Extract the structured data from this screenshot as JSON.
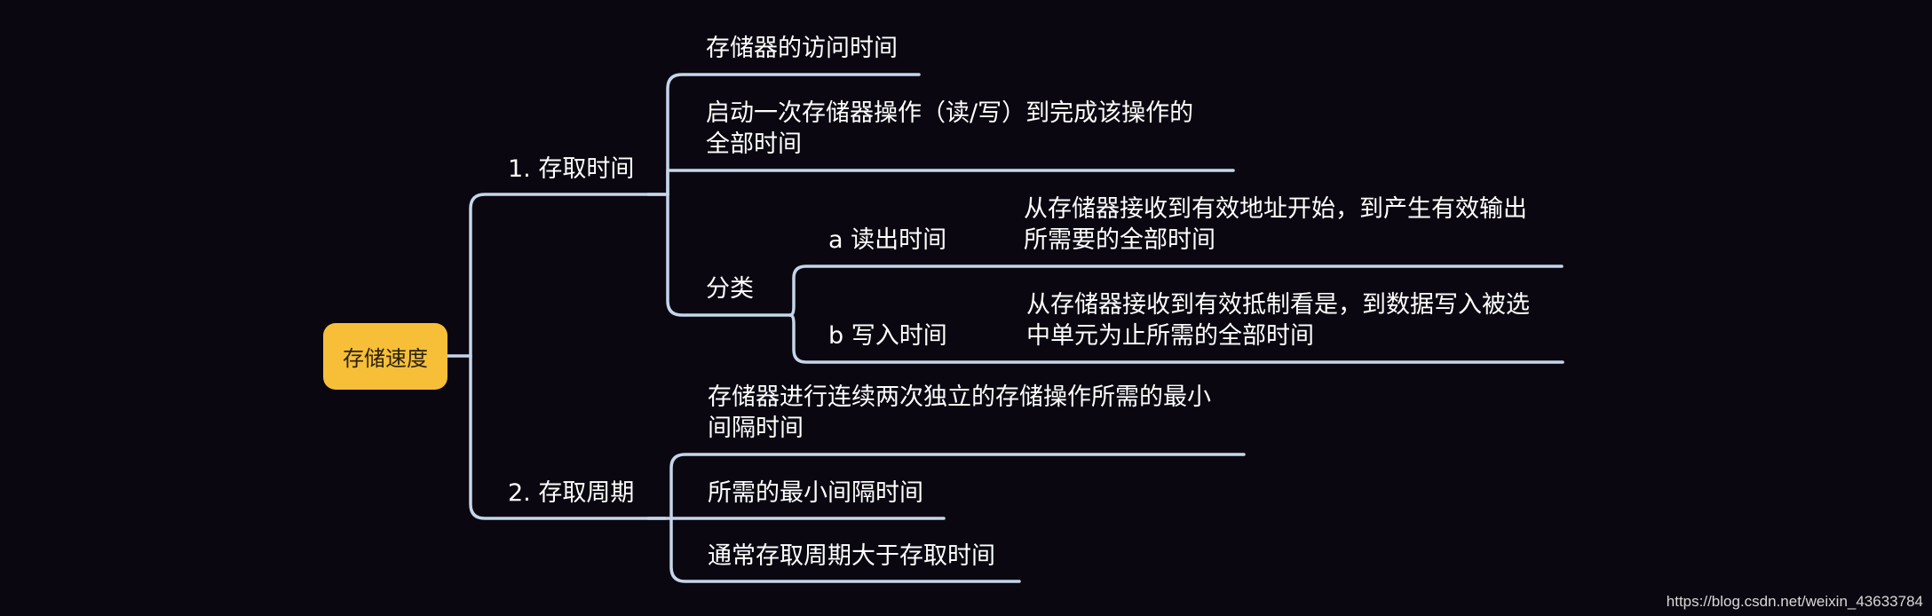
{
  "mindmap": {
    "root": {
      "label": "存储速度"
    },
    "branches": [
      {
        "label": "1. 存取时间",
        "children": [
          {
            "label": "存储器的访问时间"
          },
          {
            "lines": [
              "启动一次存储器操作（读/写）到完成该操作的",
              "全部时间"
            ]
          },
          {
            "label": "分类",
            "children": [
              {
                "label": "a 读出时间",
                "desc_lines": [
                  "从存储器接收到有效地址开始，到产生有效输出",
                  "所需要的全部时间"
                ]
              },
              {
                "label": "b 写入时间",
                "desc_lines": [
                  "从存储器接收到有效抵制看是，到数据写入被选",
                  "中单元为止所需的全部时间"
                ]
              }
            ]
          }
        ]
      },
      {
        "label": "2. 存取周期",
        "children": [
          {
            "lines": [
              "存储器进行连续两次独立的存储操作所需的最小",
              "间隔时间"
            ]
          },
          {
            "label": "所需的最小间隔时间"
          },
          {
            "label": "通常存取周期大于存取时间"
          }
        ]
      }
    ]
  },
  "watermark": "https://blog.csdn.net/weixin_43633784",
  "colors": {
    "background": "#0a0710",
    "connector": "#c5d6ea",
    "root_fill": "#f7be38",
    "text": "#ffffff"
  }
}
